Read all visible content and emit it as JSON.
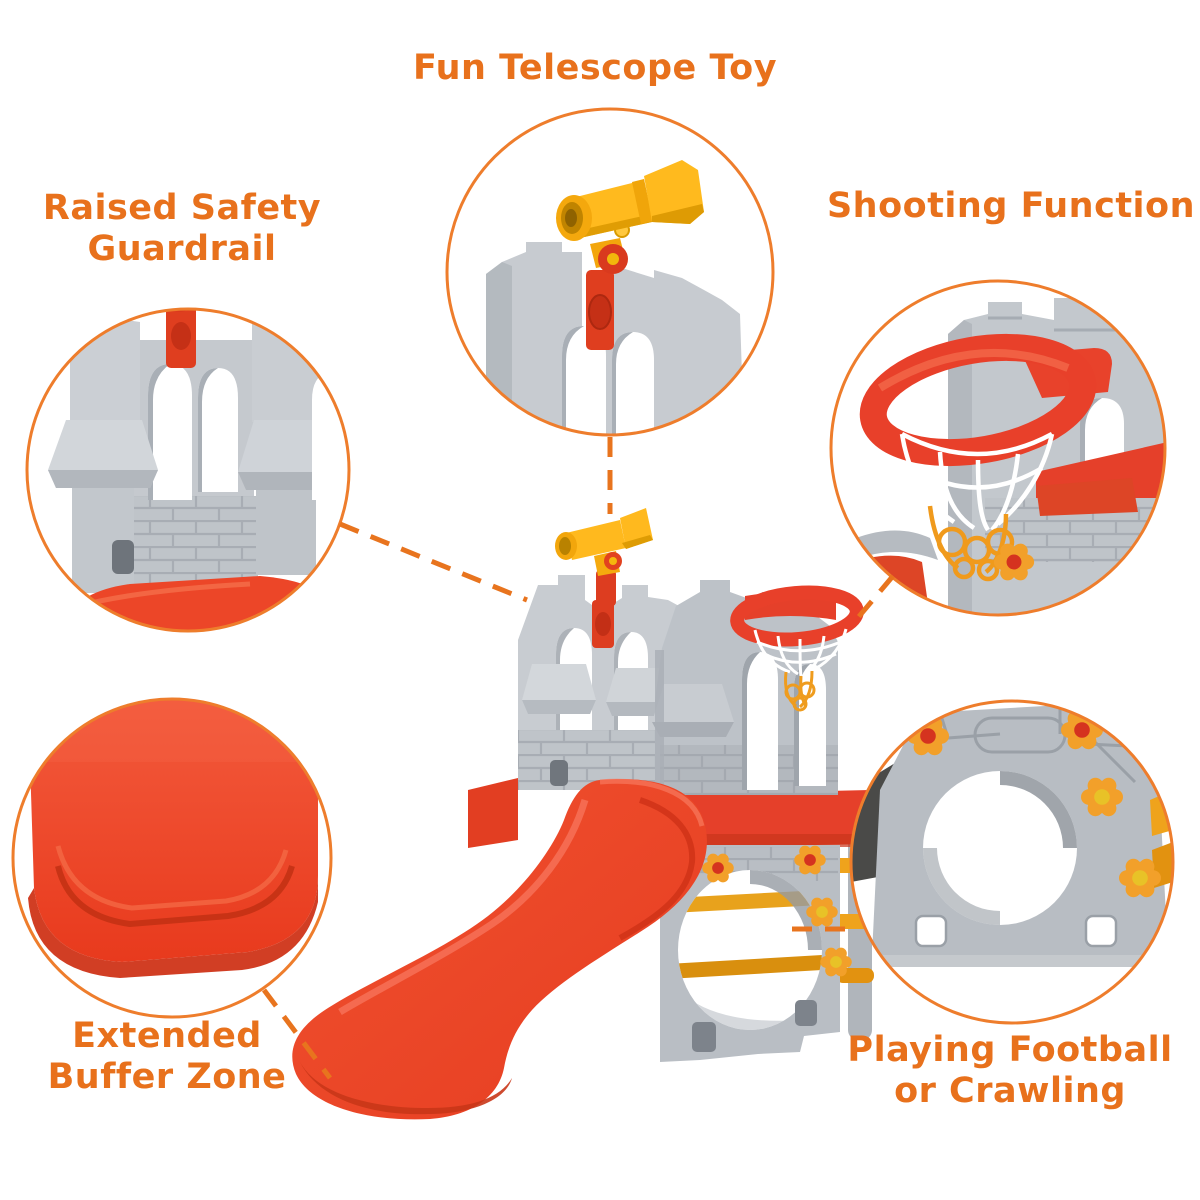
{
  "colors": {
    "accent_orange": "#E8741E",
    "circle_stroke": "#EE7D2C",
    "product_red": "#EC4628",
    "product_gray": "#C2C6CB",
    "product_yellow": "#FFB91E",
    "knob_orange": "#F2A02A"
  },
  "callouts": {
    "telescope": {
      "label": "Fun Telescope Toy"
    },
    "guardrail": {
      "line1": "Raised Safety",
      "line2": "Guardrail"
    },
    "shooting": {
      "label": "Shooting Function"
    },
    "buffer": {
      "line1": "Extended",
      "line2": "Buffer Zone"
    },
    "crawl": {
      "line1": "Playing Football",
      "line2": "or Crawling"
    }
  }
}
